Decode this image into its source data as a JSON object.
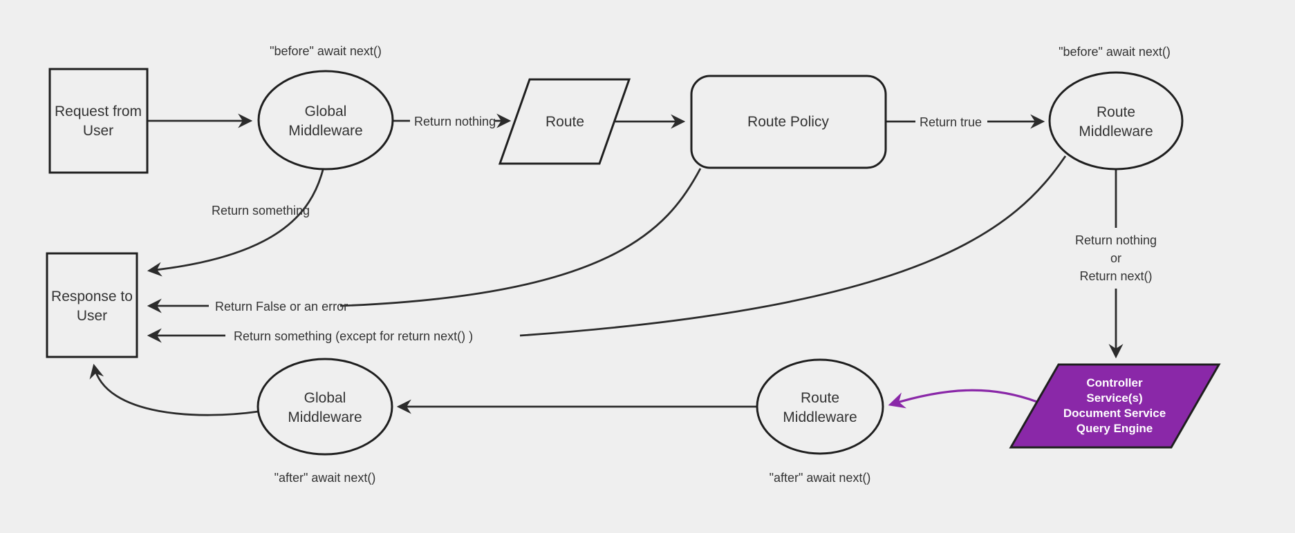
{
  "canvas": {
    "background": "#efefef",
    "line_color": "#2b2b2b",
    "node_stroke": "#1f1f1f",
    "node_fill": "#efefef",
    "text_color": "#333333",
    "purple_fill": "#8a28a8",
    "purple_text": "#ffffff"
  },
  "nodes": {
    "request": {
      "lines": [
        "Request from",
        "User"
      ]
    },
    "global_mw_top": {
      "lines": [
        "Global",
        "Middleware"
      ]
    },
    "route": {
      "lines": [
        "Route"
      ]
    },
    "route_policy": {
      "lines": [
        "Route Policy"
      ]
    },
    "route_mw_top": {
      "lines": [
        "Route",
        "Middleware"
      ]
    },
    "response": {
      "lines": [
        "Response to",
        "User"
      ]
    },
    "global_mw_bottom": {
      "lines": [
        "Global",
        "Middleware"
      ]
    },
    "route_mw_bottom": {
      "lines": [
        "Route",
        "Middleware"
      ]
    },
    "controller": {
      "lines": [
        "Controller",
        "Service(s)",
        "Document Service",
        "Query Engine"
      ]
    }
  },
  "labels": {
    "before_await_left": "\"before\" await next()",
    "before_await_right": "\"before\" await next()",
    "after_await_left": "\"after\" await next()",
    "after_await_right": "\"after\" await next()",
    "return_nothing": "Return nothing",
    "return_true": "Return true",
    "return_something": "Return something",
    "return_false_or_error": "Return False or an error",
    "return_something_except": "Return something (except for return next() )",
    "return_nothing_or": {
      "lines": [
        "Return nothing",
        "or",
        "Return next()"
      ]
    }
  }
}
